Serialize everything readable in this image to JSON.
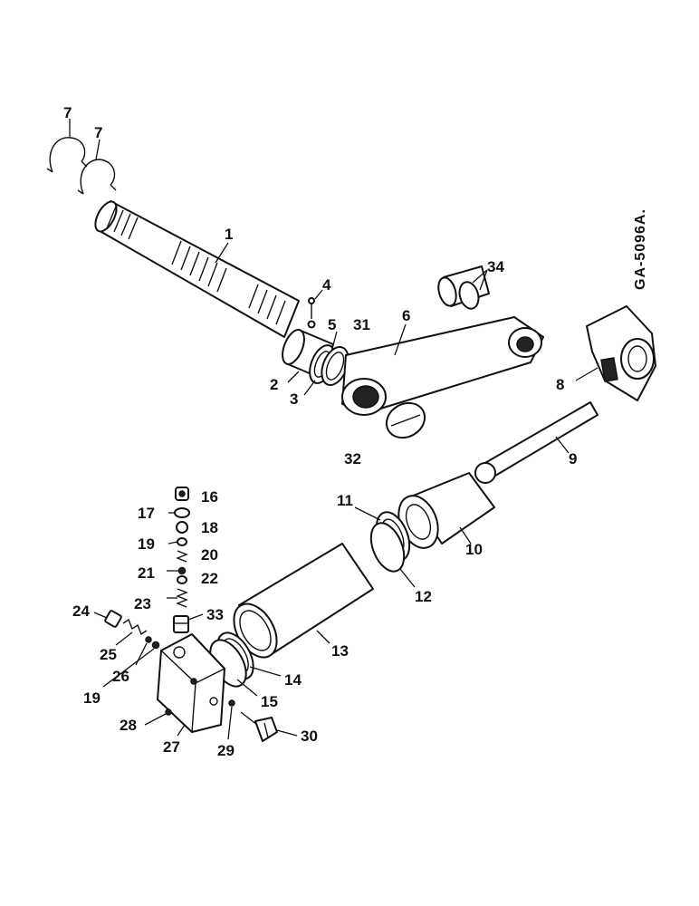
{
  "drawing_ref": "GA-5096A.",
  "callouts": {
    "c1": "1",
    "c2": "2",
    "c3": "3",
    "c4": "4",
    "c5": "5",
    "c6": "6",
    "c7a": "7",
    "c7b": "7",
    "c8": "8",
    "c9": "9",
    "c10": "10",
    "c11": "11",
    "c12": "12",
    "c13": "13",
    "c14": "14",
    "c15": "15",
    "c16": "16",
    "c17": "17",
    "c18": "18",
    "c19a": "19",
    "c19b": "19",
    "c20": "20",
    "c21": "21",
    "c22": "22",
    "c23": "23",
    "c24": "24",
    "c25": "25",
    "c26": "26",
    "c27": "27",
    "c28": "28",
    "c29": "29",
    "c30": "30",
    "c31": "31",
    "c32": "32",
    "c33": "33",
    "c34": "34"
  },
  "colors": {
    "ink": "#111111",
    "paper": "#ffffff"
  }
}
